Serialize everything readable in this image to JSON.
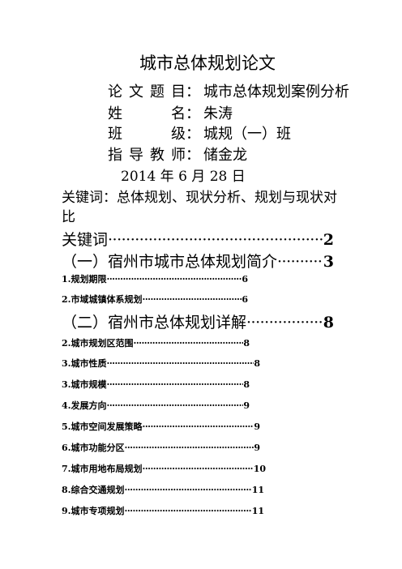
{
  "document": {
    "title": "城市总体规划论文",
    "info": [
      {
        "label": "论文题目",
        "colon": "：",
        "value": "城市总体规划案例分析"
      },
      {
        "label": "姓名",
        "colon": "：",
        "value": "朱涛"
      },
      {
        "label": "班级",
        "colon": "：",
        "value": "城规（一）班"
      },
      {
        "label": "指导教师",
        "colon": "：",
        "value": "储金龙"
      }
    ],
    "date": "2014 年 6 月 28 日",
    "keywords": "关键词：总体规划、现状分析、规划与现状对比",
    "toc": [
      {
        "text": "关键词",
        "page": "2"
      },
      {
        "text": "（一）宿州市城市总体规划简介",
        "page": "3"
      },
      {
        "text": "1.规划期限",
        "page": "6"
      },
      {
        "text": "2.市域城镇体系规划",
        "page": "6"
      },
      {
        "text": "（二）宿州市总体规划详解",
        "page": "8"
      },
      {
        "text": "2.城市规划区范围",
        "page": "8"
      },
      {
        "text": "3.城市性质",
        "page": "8"
      },
      {
        "text": "3.城市规模",
        "page": "8"
      },
      {
        "text": "4.发展方向",
        "page": "9"
      },
      {
        "text": "5.城市空间发展策略",
        "page": "9"
      },
      {
        "text": "6.城市功能分区",
        "page": "9"
      },
      {
        "text": "7.城市用地布局规划",
        "page": "10"
      },
      {
        "text": "8.综合交通规划",
        "page": "11"
      },
      {
        "text": "9.城市专项规划",
        "page": "11"
      }
    ]
  }
}
